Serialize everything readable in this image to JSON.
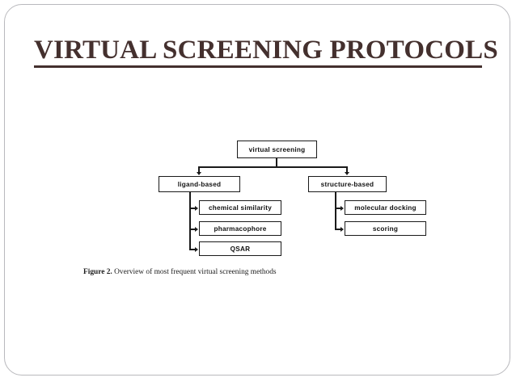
{
  "slide": {
    "title": "VIRTUAL SCREENING PROTOCOLS",
    "title_color": "#44302e",
    "background_color": "#ffffff",
    "frame_color": "#b9b9bd"
  },
  "figure": {
    "caption_label": "Figure 2.",
    "caption_text": " Overview of most frequent virtual screening methods"
  },
  "chart_data": {
    "type": "diagram",
    "subtype": "tree-hierarchy",
    "title": "Overview of most frequent virtual screening methods",
    "orientation": "top-down with right-branching leaves",
    "node_border_color": "#1a1a1a",
    "node_fill_color": "#ffffff",
    "nodes": [
      {
        "id": "root",
        "label": "virtual screening",
        "level": 0
      },
      {
        "id": "ligand-based",
        "label": "ligand-based",
        "level": 1
      },
      {
        "id": "structure-based",
        "label": "structure-based",
        "level": 1
      },
      {
        "id": "chemical-similarity",
        "label": "chemical similarity",
        "level": 2
      },
      {
        "id": "pharmacophore",
        "label": "pharmacophore",
        "level": 2
      },
      {
        "id": "qsar",
        "label": "QSAR",
        "level": 2
      },
      {
        "id": "molecular-docking",
        "label": "molecular docking",
        "level": 2
      },
      {
        "id": "scoring",
        "label": "scoring",
        "level": 2
      }
    ],
    "edges": [
      {
        "from": "root",
        "to": "ligand-based",
        "arrow": "down"
      },
      {
        "from": "root",
        "to": "structure-based",
        "arrow": "down"
      },
      {
        "from": "ligand-based",
        "to": "chemical-similarity",
        "arrow": "right"
      },
      {
        "from": "ligand-based",
        "to": "pharmacophore",
        "arrow": "right"
      },
      {
        "from": "ligand-based",
        "to": "qsar",
        "arrow": "right"
      },
      {
        "from": "structure-based",
        "to": "molecular-docking",
        "arrow": "right"
      },
      {
        "from": "structure-based",
        "to": "scoring",
        "arrow": "right"
      }
    ]
  }
}
